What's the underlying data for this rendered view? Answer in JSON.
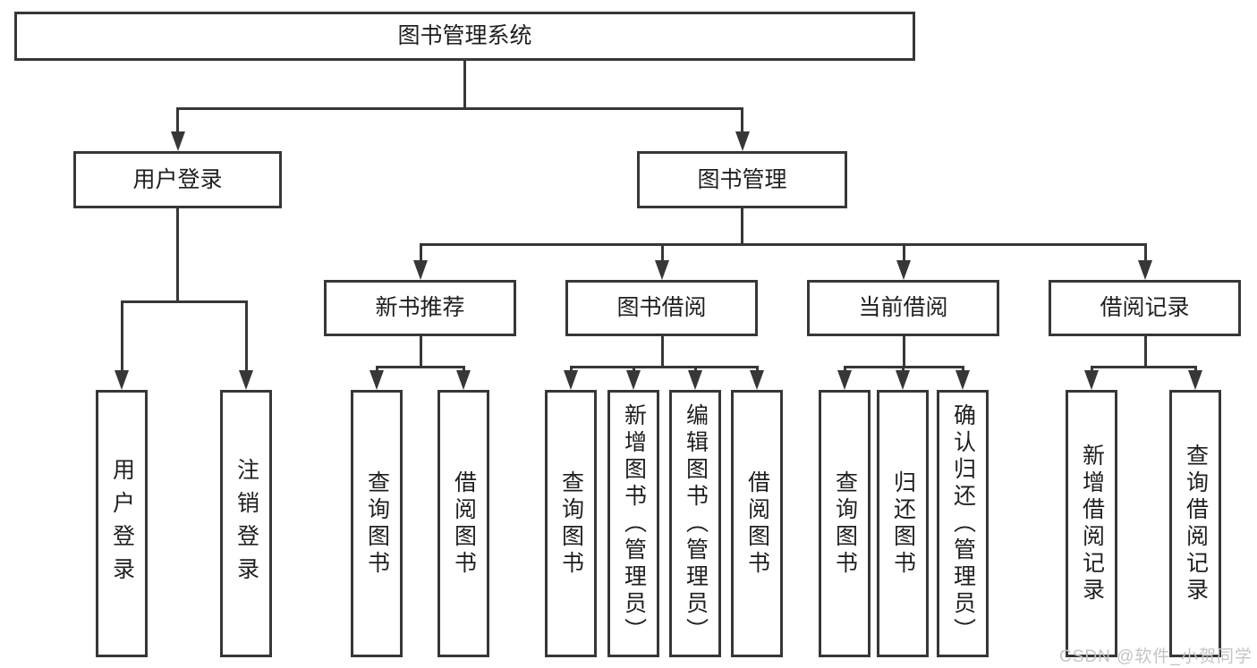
{
  "tree": {
    "label": "图书管理系统",
    "children": [
      {
        "label": "用户登录",
        "children": [
          {
            "label": "用户登录"
          },
          {
            "label": "注销登录"
          }
        ]
      },
      {
        "label": "图书管理",
        "children": [
          {
            "label": "新书推荐",
            "children": [
              {
                "label": "查询图书"
              },
              {
                "label": "借阅图书"
              }
            ]
          },
          {
            "label": "图书借阅",
            "children": [
              {
                "label": "查询图书"
              },
              {
                "label": "新增图书（管理员）"
              },
              {
                "label": "编辑图书（管理员）"
              },
              {
                "label": "借阅图书"
              }
            ]
          },
          {
            "label": "当前借阅",
            "children": [
              {
                "label": "查询图书"
              },
              {
                "label": "归还图书"
              },
              {
                "label": "确认归还（管理员）"
              }
            ]
          },
          {
            "label": "借阅记录",
            "children": [
              {
                "label": "新增借阅记录"
              },
              {
                "label": "查询借阅记录"
              }
            ]
          }
        ]
      }
    ]
  },
  "watermark": {
    "text": "CSDN @软件_小贺同学"
  },
  "colors": {
    "line": "#373737",
    "text": "#1f1f1f",
    "watermark": "#c4c4c4",
    "background": "#ffffff"
  }
}
